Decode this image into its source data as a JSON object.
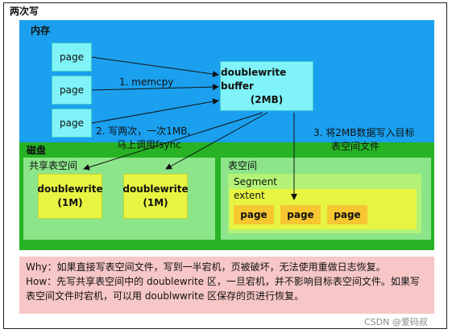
{
  "title": "两次写",
  "memory": {
    "label": "内存",
    "pages": [
      "page",
      "page",
      "page"
    ],
    "buffer": {
      "line1": "doublewrite buffer",
      "line2": "(2MB)"
    }
  },
  "steps": {
    "step1": "1. memcpy",
    "step2_line1": "2. 写两次，一次1MB,",
    "step2_line2": "马上调用fsync",
    "step3_line1": "3. 将2MB数据写入目标",
    "step3_line2": "表空间文件"
  },
  "disk": {
    "label": "磁盘",
    "shared": {
      "label": "共享表空间",
      "boxes": [
        {
          "name": "doublewrite",
          "size": "(1M)"
        },
        {
          "name": "doublewrite",
          "size": "(1M)"
        }
      ]
    },
    "tablespace": {
      "label": "表空间",
      "segment_label": "Segment",
      "extent_label": "extent",
      "pages": [
        "page",
        "page",
        "page"
      ]
    }
  },
  "note": {
    "line1": "Why：如果直接写表空间文件，写到一半宕机，页被破坏，无法使用重做日志恢复。",
    "line2": "How：先写共享表空间中的 doublewrite 区，一旦宕机，并不影响目标表空间文件。如果写",
    "line3": "表空间文件时宕机，可以用 doublwwrite 区保存的页进行恢复。"
  },
  "watermark": "CSDN @爱码叔"
}
